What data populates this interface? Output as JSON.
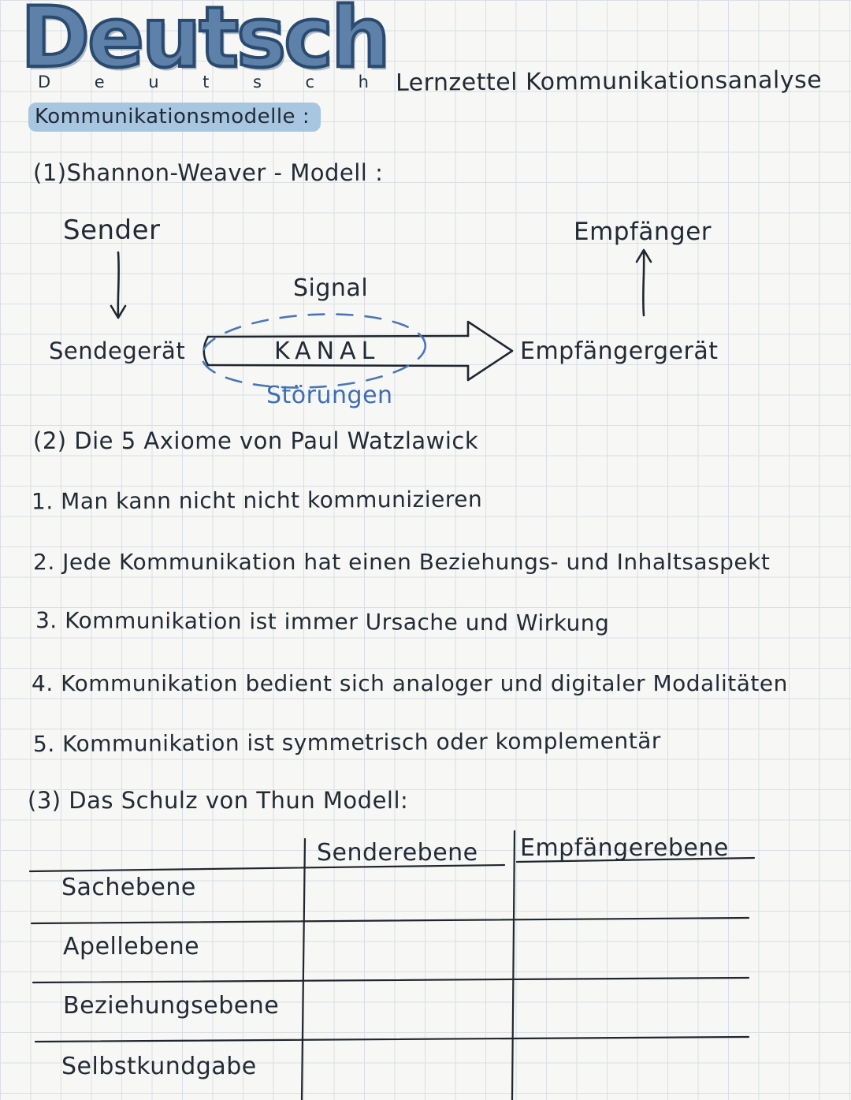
{
  "page": {
    "title_main": "Deutsch",
    "title_letters": [
      "D",
      "e",
      "u",
      "t",
      "s",
      "c",
      "h"
    ],
    "subtitle": "Lernzettel Kommunikationsanalyse",
    "highlight_heading": "Kommunikationsmodelle :"
  },
  "section1": {
    "heading": "(1)Shannon-Weaver - Modell :",
    "diagram": {
      "sender": "Sender",
      "sender_device": "Sendegerät",
      "signal": "Signal",
      "channel": "KANAL",
      "noise": "Störungen",
      "receiver": "Empfänger",
      "receiver_device": "Empfängergerät"
    }
  },
  "section2": {
    "heading": "(2) Die 5 Axiome von Paul Watzlawick",
    "axioms": [
      "1. Man kann nicht nicht kommunizieren",
      "2. Jede Kommunikation hat einen Beziehungs- und Inhaltsaspekt",
      "3. Kommunikation ist immer Ursache und Wirkung",
      "4. Kommunikation bedient sich analoger und digitaler Modalitäten",
      "5. Kommunikation ist symmetrisch oder komplementär"
    ]
  },
  "section3": {
    "heading": "(3) Das Schulz von Thun Modell:",
    "table": {
      "columns": [
        "Senderebene",
        "Empfängerebene"
      ],
      "rows": [
        "Sachebene",
        "Apellebene",
        "Beziehungsebene",
        "Selbstkundgabe"
      ]
    }
  },
  "colors": {
    "ink": "#232a36",
    "blue_accent": "#3f6db5",
    "highlight": "#a9c6e0",
    "title_fill": "#5d81a8",
    "title_outline": "#2a4a6f",
    "grid_line": "#dadee5",
    "paper": "#f7f8f5"
  }
}
